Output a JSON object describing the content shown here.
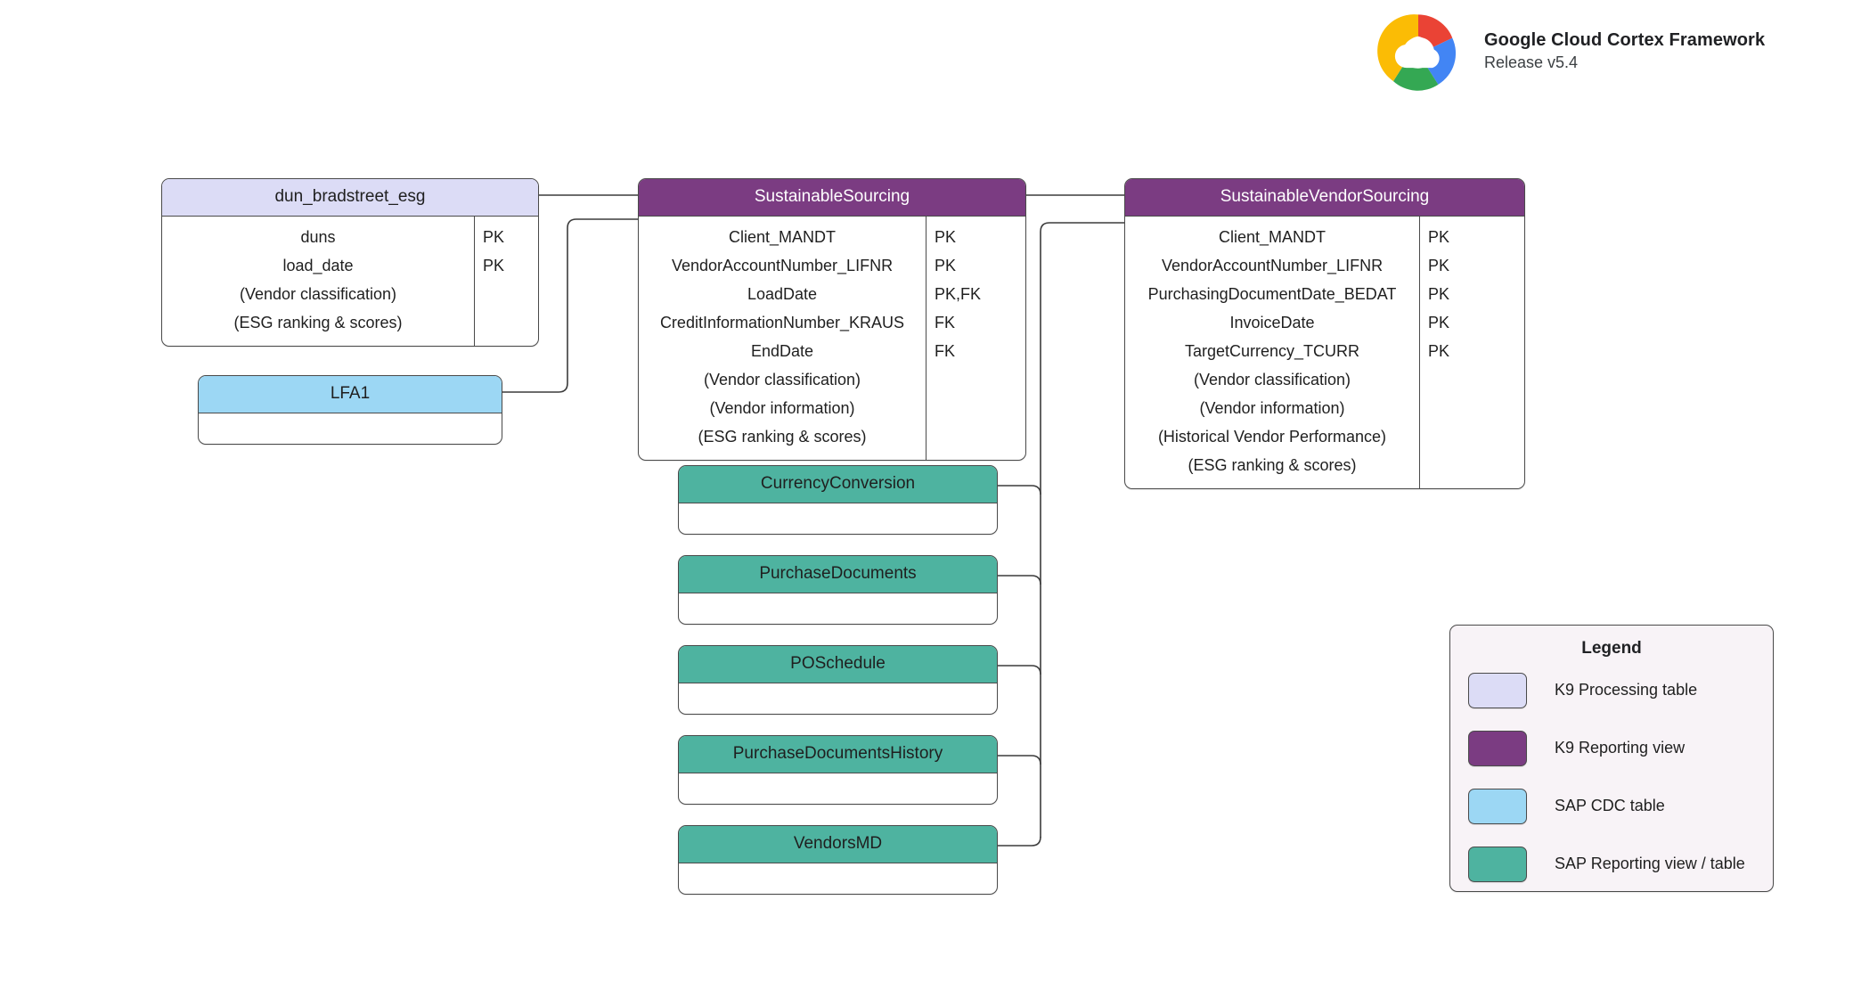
{
  "brand": {
    "logo_icon": "google-cloud-logo",
    "title": "Google Cloud Cortex Framework",
    "release": "Release v5.4"
  },
  "palette": {
    "k9_processing": "#dcdcf6",
    "k9_reporting": "#7b3c82",
    "sap_cdc": "#9cd7f4",
    "sap_reporting": "#4eb3a0",
    "border": "#4a4a4a",
    "legend_background": "#f8f3f7",
    "canvas_background": "#ffffff"
  },
  "entities": [
    {
      "id": "dun_bradstreet_esg",
      "name": "dun_bradstreet_esg",
      "kind": "k9_processing",
      "fields": [
        {
          "name": "duns",
          "key": "PK"
        },
        {
          "name": "load_date",
          "key": "PK"
        },
        {
          "name": "(Vendor classification)",
          "key": ""
        },
        {
          "name": "(ESG ranking & scores)",
          "key": ""
        }
      ]
    },
    {
      "id": "lfa1",
      "name": "LFA1",
      "kind": "sap_cdc",
      "fields": []
    },
    {
      "id": "sustainable_sourcing",
      "name": "SustainableSourcing",
      "kind": "k9_reporting",
      "fields": [
        {
          "name": "Client_MANDT",
          "key": "PK"
        },
        {
          "name": "VendorAccountNumber_LIFNR",
          "key": "PK"
        },
        {
          "name": "LoadDate",
          "key": "PK,FK"
        },
        {
          "name": "CreditInformationNumber_KRAUS",
          "key": "FK"
        },
        {
          "name": "EndDate",
          "key": "FK"
        },
        {
          "name": "(Vendor classification)",
          "key": ""
        },
        {
          "name": "(Vendor information)",
          "key": ""
        },
        {
          "name": "(ESG ranking & scores)",
          "key": ""
        }
      ]
    },
    {
      "id": "sustainable_vendor_sourcing",
      "name": "SustainableVendorSourcing",
      "kind": "k9_reporting",
      "fields": [
        {
          "name": "Client_MANDT",
          "key": "PK"
        },
        {
          "name": "VendorAccountNumber_LIFNR",
          "key": "PK"
        },
        {
          "name": "PurchasingDocumentDate_BEDAT",
          "key": "PK"
        },
        {
          "name": "InvoiceDate",
          "key": "PK"
        },
        {
          "name": "TargetCurrency_TCURR",
          "key": "PK"
        },
        {
          "name": "(Vendor classification)",
          "key": ""
        },
        {
          "name": "(Vendor information)",
          "key": ""
        },
        {
          "name": "(Historical Vendor Performance)",
          "key": ""
        },
        {
          "name": "(ESG ranking & scores)",
          "key": ""
        }
      ]
    },
    {
      "id": "currency_conversion",
      "name": "CurrencyConversion",
      "kind": "sap_reporting",
      "fields": []
    },
    {
      "id": "purchase_documents",
      "name": "PurchaseDocuments",
      "kind": "sap_reporting",
      "fields": []
    },
    {
      "id": "po_schedule",
      "name": "POSchedule",
      "kind": "sap_reporting",
      "fields": []
    },
    {
      "id": "purchase_documents_history",
      "name": "PurchaseDocumentsHistory",
      "kind": "sap_reporting",
      "fields": []
    },
    {
      "id": "vendors_md",
      "name": "VendorsMD",
      "kind": "sap_reporting",
      "fields": []
    }
  ],
  "legend": {
    "title": "Legend",
    "items": [
      {
        "label": "K9 Processing table",
        "color": "#dcdcf6"
      },
      {
        "label": "K9 Reporting view",
        "color": "#7b3c82"
      },
      {
        "label": "SAP CDC table",
        "color": "#9cd7f4"
      },
      {
        "label": "SAP Reporting view / table",
        "color": "#4eb3a0"
      }
    ]
  }
}
